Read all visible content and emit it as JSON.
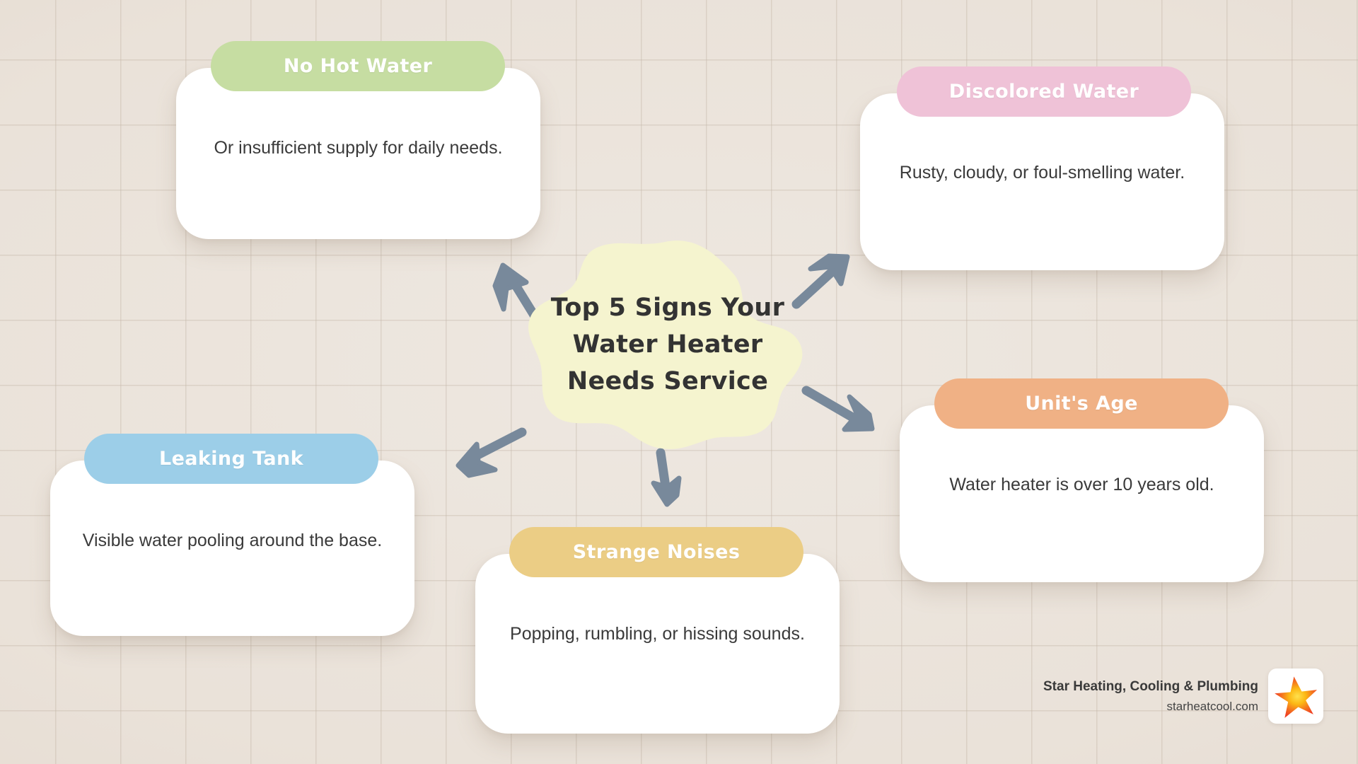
{
  "title": {
    "line1": "Top 5 Signs Your",
    "line2": "Water Heater",
    "line3": "Needs Service"
  },
  "colors": {
    "background": "#ece5dd",
    "grid_line": "#beb0a2",
    "blob": "#f5f4cf",
    "arrow": "#78899b",
    "card_surface": "#ffffff",
    "body_text": "#3a3a3a",
    "green": "#c6dda2",
    "pink": "#efc2d7",
    "orange": "#f0b185",
    "blue": "#9ccee8",
    "yellow": "#ebcd85",
    "logo_star_outer": "#f15a24",
    "logo_star_inner": "#fdd017"
  },
  "cards": [
    {
      "id": "nohotwater",
      "heading": "No Hot Water",
      "description": "Or insufficient supply for daily needs.",
      "color": "#c6dda2"
    },
    {
      "id": "discolored",
      "heading": "Discolored Water",
      "description": "Rusty, cloudy, or foul-smelling water.",
      "color": "#efc2d7"
    },
    {
      "id": "unitsage",
      "heading": "Unit's Age",
      "description": "Water heater is over 10 years old.",
      "color": "#f0b185"
    },
    {
      "id": "leaking",
      "heading": "Leaking Tank",
      "description": "Visible water pooling around the base.",
      "color": "#9ccee8"
    },
    {
      "id": "strange",
      "heading": "Strange Noises",
      "description": "Popping, rumbling, or hissing sounds.",
      "color": "#ebcd85"
    }
  ],
  "arrows": [
    {
      "name": "arrow-to-no-hot-water",
      "direction": "up-left"
    },
    {
      "name": "arrow-to-discolored-water",
      "direction": "up-right"
    },
    {
      "name": "arrow-to-units-age",
      "direction": "down-right"
    },
    {
      "name": "arrow-to-leaking-tank",
      "direction": "down-left"
    },
    {
      "name": "arrow-to-strange-noises",
      "direction": "down"
    }
  ],
  "branding": {
    "company": "Star Heating, Cooling & Plumbing",
    "website": "starheatcool.com",
    "logo": "star-icon"
  }
}
